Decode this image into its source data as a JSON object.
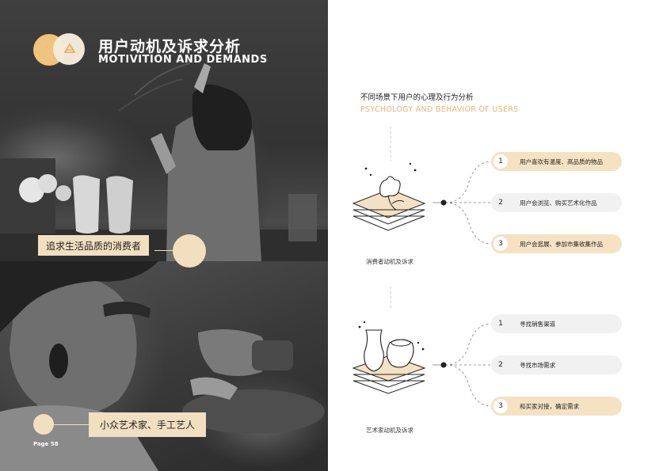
{
  "header": {
    "title_cn": "用户动机及诉求分析",
    "title_en": "MOTIVITION AND DEMANDS"
  },
  "left": {
    "tag_top": "追求生活品质的消费者",
    "tag_bottom": "小众艺术家、手工艺人",
    "page_number": "Page 58"
  },
  "right": {
    "title_cn": "不同场景下用户的心理及行为分析",
    "title_en": "PSYCHOLOGY AND BEHAVIOR OF USERS",
    "groups": [
      {
        "caption": "消费者动机及诉求",
        "items": [
          {
            "num": "1",
            "text": "用户喜欢有温度、高品质的物品"
          },
          {
            "num": "2",
            "text": "用户会浏览、购买艺术化作品"
          },
          {
            "num": "3",
            "text": "用户会逛展、参加市集收集作品"
          }
        ]
      },
      {
        "caption": "艺术家动机及诉求",
        "items": [
          {
            "num": "1",
            "text": "寻找销售渠道"
          },
          {
            "num": "2",
            "text": "寻找市场需求"
          },
          {
            "num": "3",
            "text": "和买家对接，确定需求"
          }
        ]
      }
    ]
  },
  "colors": {
    "accent": "#e9b471",
    "tag_bg": "#f1dfc0",
    "pill_gold": "#f5e2c3",
    "pill_grey": "#f1f1f1"
  }
}
